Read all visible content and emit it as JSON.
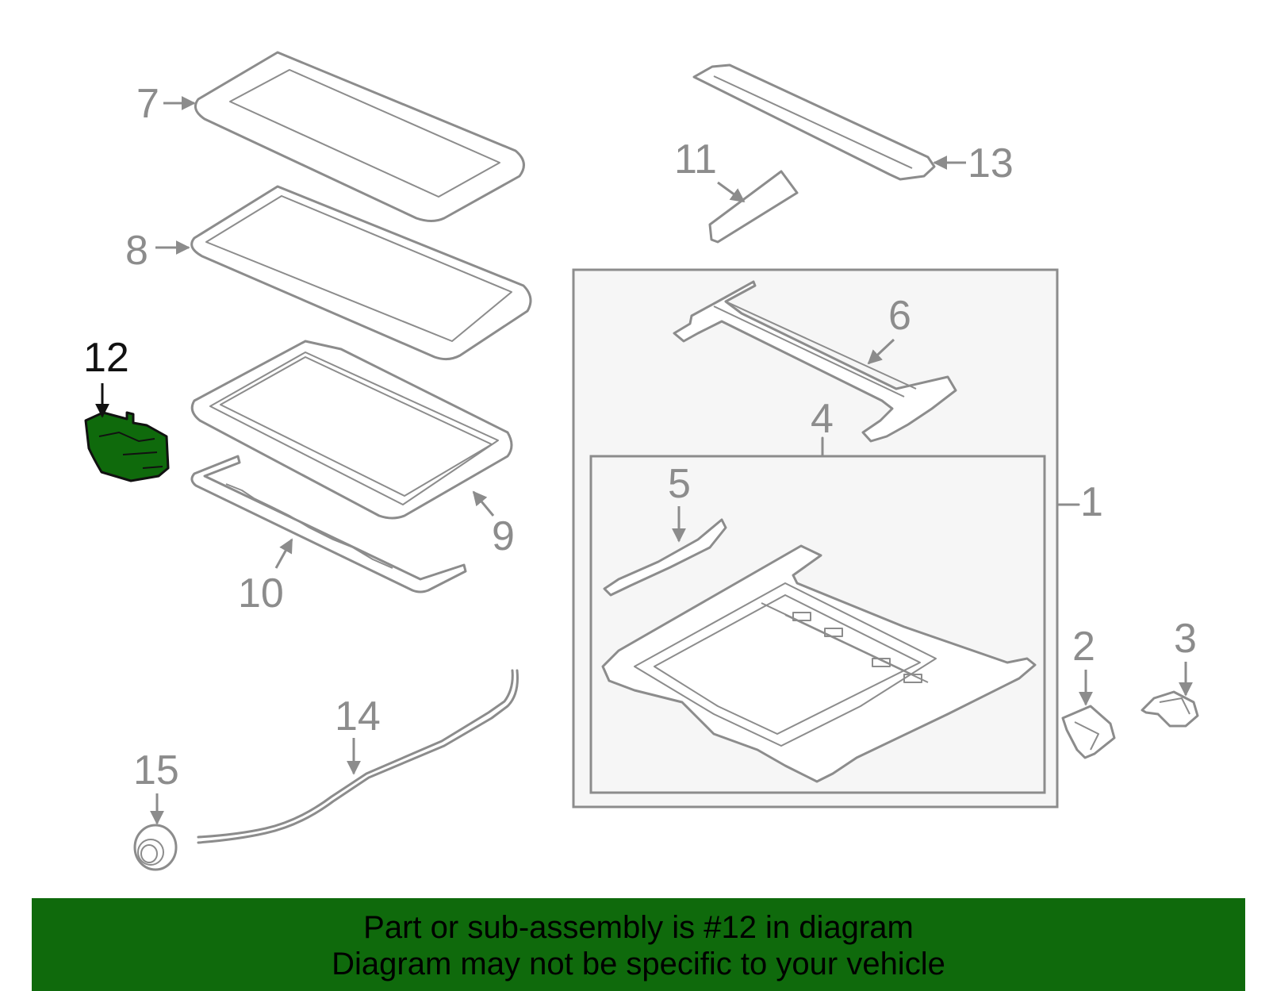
{
  "diagram": {
    "callouts": [
      "1",
      "2",
      "3",
      "4",
      "5",
      "6",
      "7",
      "8",
      "9",
      "10",
      "11",
      "12",
      "13",
      "14",
      "15"
    ],
    "highlighted_part": "12",
    "highlight_color": "#0f6a0c",
    "line_color": "#8c8c8c"
  },
  "banner": {
    "line1": "Part or sub-assembly is #12 in diagram",
    "line2": "Diagram may not be specific to your vehicle",
    "background": "#0f6a0c"
  }
}
